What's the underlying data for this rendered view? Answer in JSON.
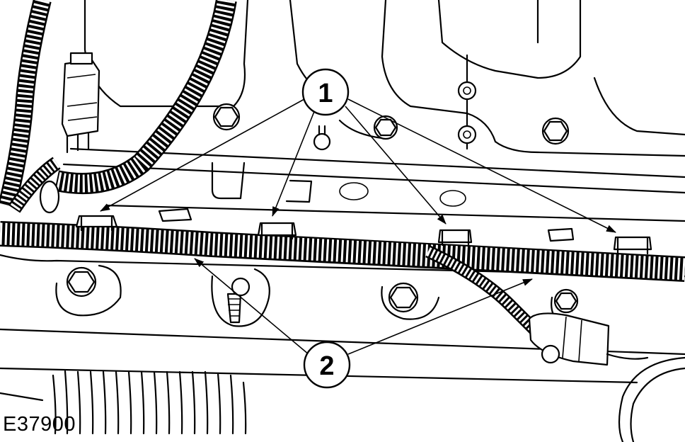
{
  "figure": {
    "reference_code": "E37900",
    "callouts": [
      {
        "label": "1",
        "targets": 4
      },
      {
        "label": "2",
        "targets": 2
      }
    ]
  }
}
